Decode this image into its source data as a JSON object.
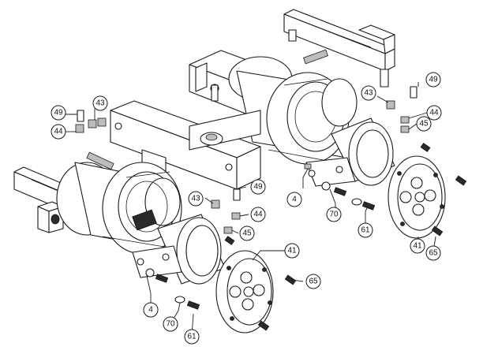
{
  "callouts": [
    {
      "id": "c49a",
      "label": "49"
    },
    {
      "id": "c43a",
      "label": "43"
    },
    {
      "id": "c44a",
      "label": "44"
    },
    {
      "id": "c49b",
      "label": "49"
    },
    {
      "id": "c43b",
      "label": "43"
    },
    {
      "id": "c44b",
      "label": "44"
    },
    {
      "id": "c45b",
      "label": "45"
    },
    {
      "id": "c49c",
      "label": "49"
    },
    {
      "id": "c43c",
      "label": "43"
    },
    {
      "id": "c44c",
      "label": "44"
    },
    {
      "id": "c45c",
      "label": "45"
    },
    {
      "id": "c4a",
      "label": "4"
    },
    {
      "id": "c70a",
      "label": "70"
    },
    {
      "id": "c61a",
      "label": "61"
    },
    {
      "id": "c41a",
      "label": "41"
    },
    {
      "id": "c65a",
      "label": "65"
    },
    {
      "id": "c41b",
      "label": "41"
    },
    {
      "id": "c65b",
      "label": "65"
    },
    {
      "id": "c4b",
      "label": "4"
    },
    {
      "id": "c70b",
      "label": "70"
    },
    {
      "id": "c61b",
      "label": "61"
    }
  ]
}
